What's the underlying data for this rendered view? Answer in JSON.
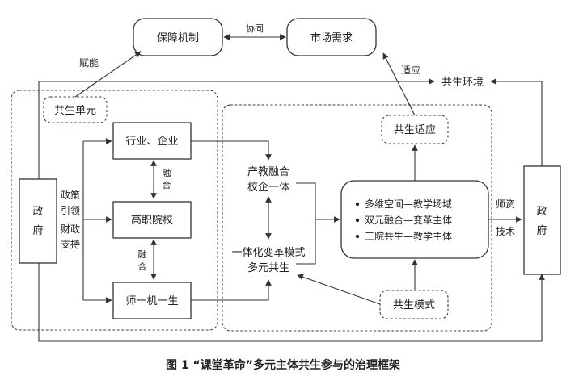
{
  "nodes": {
    "baozhang": "保障机制",
    "shichang": "市场需求",
    "gongsheng_danyuan": "共生单元",
    "gongsheng_huanjing": "共生环境",
    "hangye": "行业、企业",
    "gaozhi": "高职院校",
    "shijisheng": "师一机一生",
    "zhengfu_left": "政府",
    "zhengfu_right": "政府",
    "chanjiao_1": "产教融合",
    "chanjiao_2": "校企一体",
    "yitihua_1": "一体化变革模式",
    "yitihua_2": "多元共生",
    "gongsheng_shiying": "共生适应",
    "gongsheng_moshi": "共生模式",
    "center_items": [
      "多维空间—教学场域",
      "双元融合—变革主体",
      "三院共生—教学主体"
    ]
  },
  "labels": {
    "xietong": "协同",
    "funeng": "赋能",
    "shiying": "适应",
    "zhengce": "政策",
    "yinling": "引领",
    "caizheng": "财政",
    "zhichi": "支持",
    "ronghe_1": "融合",
    "ronghe_2": "融合",
    "shizi": "师资",
    "jishu": "技术"
  },
  "caption": "图 1 “课堂革命”多元主体共生参与的治理框架"
}
